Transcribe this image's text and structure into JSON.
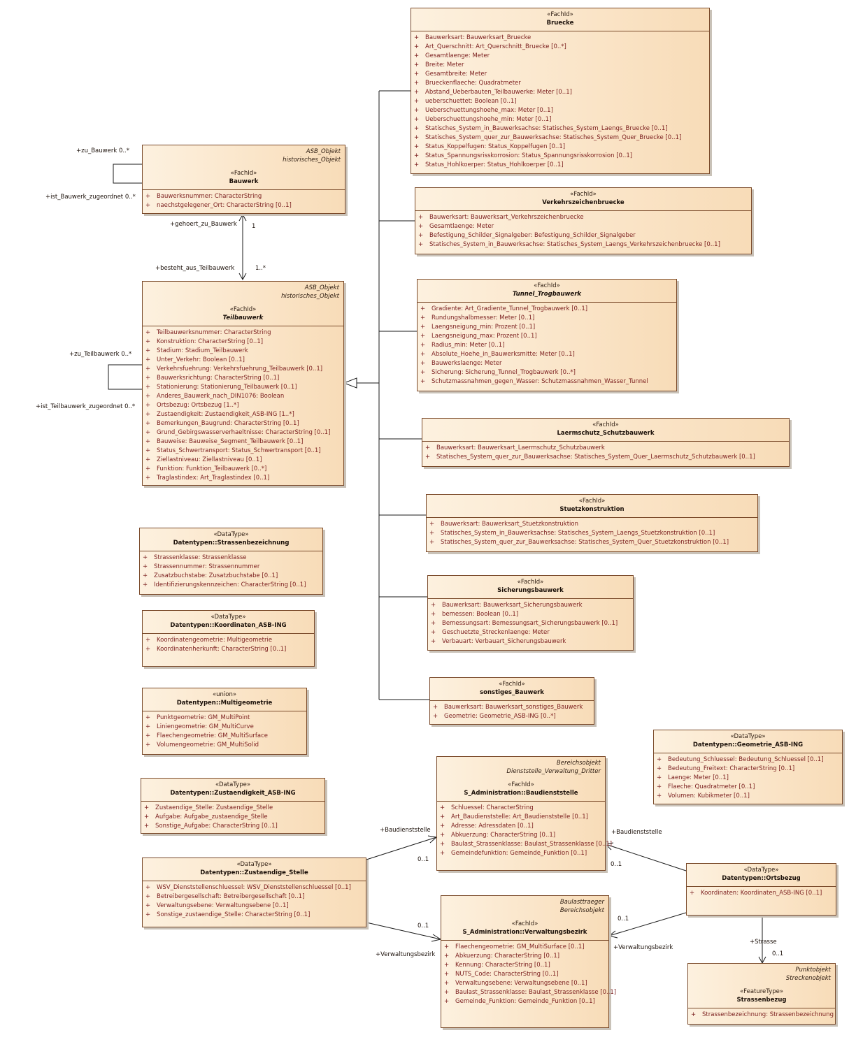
{
  "classes": [
    {
      "id": "bruecke",
      "notes": [],
      "stereotype": "«FachId»",
      "name": "Bruecke",
      "italic": false,
      "attributes": [
        "Bauwerksart: Bauwerksart_Bruecke",
        "Art_Querschnitt: Art_Querschnitt_Bruecke [0..*]",
        "Gesamtlaenge: Meter",
        "Breite: Meter",
        "Gesamtbreite: Meter",
        "Brueckenflaeche: Quadratmeter",
        "Abstand_Ueberbauten_Teilbauwerke: Meter [0..1]",
        "ueberschuettet: Boolean [0..1]",
        "Ueberschuettungshoehe_max: Meter [0..1]",
        "Ueberschuettungshoehe_min: Meter [0..1]",
        "Statisches_System_in_Bauwerksachse: Statisches_System_Laengs_Bruecke [0..1]",
        "Statisches_System_quer_zur_Bauwerksachse: Statisches_System_Quer_Bruecke [0..1]",
        "Status_Koppelfugen: Status_Koppelfugen [0..1]",
        "Status_Spannungsrisskorrosion: Status_Spannungsrisskorrosion [0..1]",
        "Status_Hohlkoerper: Status_Hohlkoerper [0..1]"
      ]
    },
    {
      "id": "bauwerk",
      "notes": [
        "ASB_Objekt",
        "historisches_Objekt"
      ],
      "stereotype": "«FachId»",
      "name": "Bauwerk",
      "italic": false,
      "attributes": [
        "Bauwerksnummer: CharacterString",
        "naechstgelegener_Ort: CharacterString [0..1]"
      ]
    },
    {
      "id": "verkehrszeichenbruecke",
      "notes": [],
      "stereotype": "«FachId»",
      "name": "Verkehrszeichenbruecke",
      "italic": false,
      "attributes": [
        "Bauwerksart: Bauwerksart_Verkehrszeichenbruecke",
        "Gesamtlaenge: Meter",
        "Befestigung_Schilder_Signalgeber: Befestigung_Schilder_Signalgeber",
        "Statisches_System_in_Bauwerksachse: Statisches_System_Laengs_Verkehrszeichenbruecke [0..1]"
      ]
    },
    {
      "id": "teilbauwerk",
      "notes": [
        "ASB_Objekt",
        "historisches_Objekt"
      ],
      "stereotype": "«FachId»",
      "name": "Teilbauwerk",
      "italic": true,
      "attributes": [
        "Teilbauwerksnummer: CharacterString",
        "Konstruktion: CharacterString [0..1]",
        "Stadium: Stadium_Teilbauwerk",
        "Unter_Verkehr: Boolean [0..1]",
        "Verkehrsfuehrung: Verkehrsfuehrung_Teilbauwerk [0..1]",
        "Bauwerksrichtung: CharacterString [0..1]",
        "Stationierung: Stationierung_Teilbauwerk [0..1]",
        "Anderes_Bauwerk_nach_DIN1076: Boolean",
        "Ortsbezug: Ortsbezug [1..*]",
        "Zustaendigkeit: Zustaendigkeit_ASB-ING [1..*]",
        "Bemerkungen_Baugrund: CharacterString [0..1]",
        "Grund_Gebirgswasserverhaeltnisse: CharacterString [0..1]",
        "Bauweise: Bauweise_Segment_Teilbauwerk [0..1]",
        "Status_Schwertransport: Status_Schwertransport [0..1]",
        "Ziellastniveau: Ziellastniveau [0..1]",
        "Funktion: Funktion_Teilbauwerk [0..*]",
        "Traglastindex: Art_Traglastindex [0..1]"
      ]
    },
    {
      "id": "tunnel",
      "notes": [],
      "stereotype": "«FachId»",
      "name": "Tunnel_Trogbauwerk",
      "italic": true,
      "attributes": [
        "Gradiente: Art_Gradiente_Tunnel_Trogbauwerk [0..1]",
        "Rundungshalbmesser: Meter [0..1]",
        "Laengsneigung_min: Prozent [0..1]",
        "Laengsneigung_max: Prozent [0..1]",
        "Radius_min: Meter [0..1]",
        "Absolute_Hoehe_in_Bauwerksmitte: Meter [0..1]",
        "Bauwerkslaenge: Meter",
        "Sicherung: Sicherung_Tunnel_Trogbauwerk [0..*]",
        "Schutzmassnahmen_gegen_Wasser: Schutzmassnahmen_Wasser_Tunnel"
      ]
    },
    {
      "id": "laermschutz",
      "notes": [],
      "stereotype": "«FachId»",
      "name": "Laermschutz_Schutzbauwerk",
      "italic": false,
      "attributes": [
        "Bauwerksart: Bauwerksart_Laermschutz_Schutzbauwerk",
        "Statisches_System_quer_zur_Bauwerksachse: Statisches_System_Quer_Laermschutz_Schutzbauwerk [0..1]"
      ]
    },
    {
      "id": "stuetz",
      "notes": [],
      "stereotype": "«FachId»",
      "name": "Stuetzkonstruktion",
      "italic": false,
      "attributes": [
        "Bauwerksart: Bauwerksart_Stuetzkonstruktion",
        "Statisches_System_in_Bauwerksachse: Statisches_System_Laengs_Stuetzkonstruktion [0..1]",
        "Statisches_System_quer_zur_Bauwerksachse: Statisches_System_Quer_Stuetzkonstruktion [0..1]"
      ]
    },
    {
      "id": "strassenbez",
      "notes": [],
      "stereotype": "«DataType»",
      "name": "Datentypen::Strassenbezeichnung",
      "italic": false,
      "attributes": [
        "Strassenklasse: Strassenklasse",
        "Strassennummer: Strassennummer",
        "Zusatzbuchstabe: Zusatzbuchstabe [0..1]",
        "Identifizierungskennzeichen: CharacterString [0..1]"
      ]
    },
    {
      "id": "sicherung",
      "notes": [],
      "stereotype": "«FachId»",
      "name": "Sicherungsbauwerk",
      "italic": false,
      "attributes": [
        "Bauwerksart: Bauwerksart_Sicherungsbauwerk",
        "bemessen: Boolean [0..1]",
        "Bemessungsart: Bemessungsart_Sicherungsbauwerk [0..1]",
        "Geschuetzte_Streckenlaenge: Meter",
        "Verbauart: Verbauart_Sicherungsbauwerk"
      ]
    },
    {
      "id": "koordinaten",
      "notes": [],
      "stereotype": "«DataType»",
      "name": "Datentypen::Koordinaten_ASB-ING",
      "italic": false,
      "attributes": [
        "Koordinatengeometrie: Multigeometrie",
        "Koordinatenherkunft: CharacterString [0..1]"
      ]
    },
    {
      "id": "sonstiges",
      "notes": [],
      "stereotype": "«FachId»",
      "name": "sonstiges_Bauwerk",
      "italic": false,
      "attributes": [
        "Bauwerksart: Bauwerksart_sonstiges_Bauwerk",
        "Geometrie: Geometrie_ASB-ING [0..*]"
      ]
    },
    {
      "id": "multigeo",
      "notes": [],
      "stereotype": "«union»",
      "name": "Datentypen::Multigeometrie",
      "italic": false,
      "attributes": [
        "Punktgeometrie: GM_MultiPoint",
        "Liniengeometrie: GM_MultiCurve",
        "Flaechengeometrie: GM_MultiSurface",
        "Volumengeometrie: GM_MultiSolid"
      ]
    },
    {
      "id": "geometrie",
      "notes": [],
      "stereotype": "«DataType»",
      "name": "Datentypen::Geometrie_ASB-ING",
      "italic": false,
      "attributes": [
        "Bedeutung_Schluessel: Bedeutung_Schluessel [0..1]",
        "Bedeutung_Freitext: CharacterString [0..1]",
        "Laenge: Meter [0..1]",
        "Flaeche: Quadratmeter [0..1]",
        "Volumen: Kubikmeter [0..1]"
      ]
    },
    {
      "id": "baudienststelle",
      "notes": [
        "Bereichsobjekt",
        "Dienststelle_Verwaltung_Dritter"
      ],
      "stereotype": "«FachId»",
      "name": "S_Administration::Baudienststelle",
      "italic": false,
      "attributes": [
        "Schluessel: CharacterString",
        "Art_Baudienststelle: Art_Baudienststelle [0..1]",
        "Adresse: Adressdaten [0..1]",
        "Abkuerzung: CharacterString [0..1]",
        "Baulast_Strassenklasse: Baulast_Strassenklasse [0..1]",
        "Gemeindefunktion: Gemeinde_Funktion [0..1]"
      ]
    },
    {
      "id": "zustaendigkeit",
      "notes": [],
      "stereotype": "«DataType»",
      "name": "Datentypen::Zustaendigkeit_ASB-ING",
      "italic": false,
      "attributes": [
        "Zustaendige_Stelle: Zustaendige_Stelle",
        "Aufgabe: Aufgabe_zustaendige_Stelle",
        "Sonstige_Aufgabe: CharacterString [0..1]"
      ]
    },
    {
      "id": "zustaendige",
      "notes": [],
      "stereotype": "«DataType»",
      "name": "Datentypen::Zustaendige_Stelle",
      "italic": false,
      "attributes": [
        "WSV_Dienststellenschluessel: WSV_Dienststellenschluessel [0..1]",
        "Betreibergesellschaft: Betreibergesellschaft [0..1]",
        "Verwaltungsebene: Verwaltungsebene [0..1]",
        "Sonstige_zustaendige_Stelle: CharacterString [0..1]"
      ]
    },
    {
      "id": "ortsbezug",
      "notes": [],
      "stereotype": "«DataType»",
      "name": "Datentypen::Ortsbezug",
      "italic": false,
      "attributes": [
        "Koordinaten: Koordinaten_ASB-ING [0..1]"
      ]
    },
    {
      "id": "verwaltungsbezirk",
      "notes": [
        "Baulasttraeger",
        "Bereichsobjekt"
      ],
      "stereotype": "«FachId»",
      "name": "S_Administration::Verwaltungsbezirk",
      "italic": false,
      "attributes": [
        "Flaechengeometrie: GM_MultiSurface [0..1]",
        "Abkuerzung: CharacterString [0..1]",
        "Kennung: CharacterString [0..1]",
        "NUTS_Code: CharacterString [0..1]",
        "Verwaltungsebene: Verwaltungsebene [0..1]",
        "Baulast_Strassenklasse: Baulast_Strassenklasse [0..1]",
        "Gemeinde_Funktion: Gemeinde_Funktion [0..1]"
      ]
    },
    {
      "id": "strassenbezug",
      "notes": [
        "Punktobjekt",
        "Streckenobjekt"
      ],
      "stereotype": "«FeatureType»",
      "name": "Strassenbezug",
      "italic": false,
      "attributes": [
        "Strassenbezeichnung: Strassenbezeichnung"
      ]
    }
  ],
  "labels": {
    "zu_bauwerk": "+zu_Bauwerk 0..*",
    "ist_bauwerk_zugeordnet": "+ist_Bauwerk_zugeordnet 0..*",
    "gehoert_zu_bauwerk": "+gehoert_zu_Bauwerk",
    "mult_1": "1",
    "besteht_aus_teilbauwerk": "+besteht_aus_Teilbauwerk",
    "mult_1_star": "1..*",
    "zu_teilbauwerk": "+zu_Teilbauwerk 0..*",
    "ist_teilbauwerk_zugeordnet": "+ist_Teilbauwerk_zugeordnet 0..*",
    "baudienststelle_left": "+Baudienststelle",
    "mult_01_a": "0..1",
    "baudienststelle_right": "+Baudienststelle",
    "mult_01_b": "0..1",
    "mult_01_c": "0..1",
    "verwaltungsbezirk_left": "+Verwaltungsbezirk",
    "mult_01_d": "0..1",
    "verwaltungsbezirk_right": "+Verwaltungsbezirk",
    "strasse": "+Strasse",
    "mult_01_e": "0..1"
  }
}
